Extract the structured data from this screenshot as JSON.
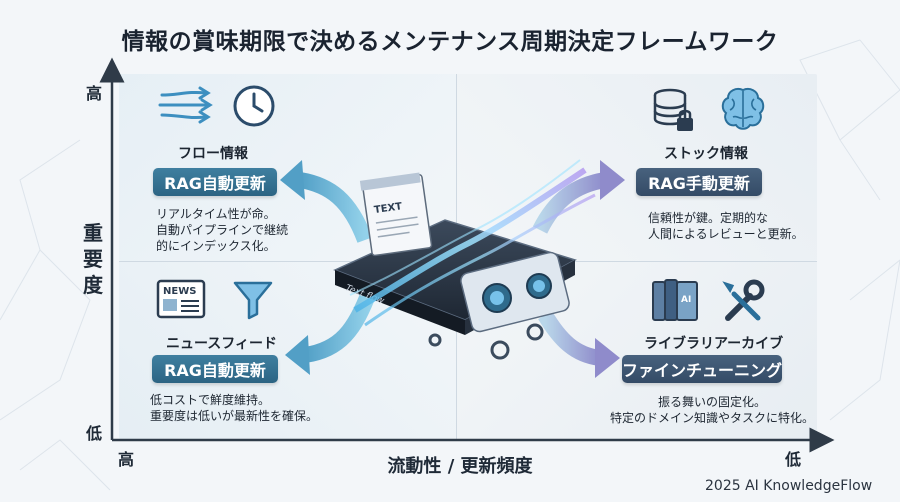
{
  "title": "情報の賞味期限で決めるメンテナンス周期決定フレームワーク",
  "y_axis": {
    "title_chars": [
      "重",
      "要",
      "度"
    ],
    "high": "高",
    "low": "低"
  },
  "x_axis": {
    "title": "流動性 / 更新頻度",
    "high": "高",
    "low": "低"
  },
  "quadrants": {
    "top_left": {
      "label": "フロー情報",
      "badge": "RAG自動更新",
      "desc": [
        "リアルタイム性が命。",
        "自動パイプラインで継続",
        "的にインデックス化。"
      ],
      "icons": [
        "flow-arrows-icon",
        "clock-icon"
      ]
    },
    "top_right": {
      "label": "ストック情報",
      "badge": "RAG手動更新",
      "desc": [
        "信頼性が鍵。定期的な",
        "人間によるレビューと更新。"
      ],
      "icons": [
        "locked-database-icon",
        "brain-icon"
      ]
    },
    "bottom_left": {
      "label": "ニュースフィード",
      "badge": "RAG自動更新",
      "desc": [
        "低コストで鮮度維持。",
        "重要度は低いが最新性を確保。"
      ],
      "icons": [
        "newspaper-icon",
        "funnel-icon"
      ]
    },
    "bottom_right": {
      "label": "ライブラリアーカイブ",
      "badge": "ファインチューニング",
      "desc": [
        "振る舞いの固定化。",
        "特定のドメイン知識やタスクに特化。"
      ],
      "icons": [
        "books-icon",
        "wrench-screwdriver-icon"
      ]
    }
  },
  "center": {
    "doc_text": "TEXT",
    "machine_text": "Text flow",
    "icons": [
      "document-icon",
      "gear-icon",
      "dial-icon"
    ]
  },
  "footer": "2025 AI KnowledgeFlow",
  "colors": {
    "blue_badge": "#2f6b8c",
    "slate_badge": "#3a5470",
    "arrow_blue": "#4a9bc4",
    "arrow_purple": "#8a86c9"
  }
}
